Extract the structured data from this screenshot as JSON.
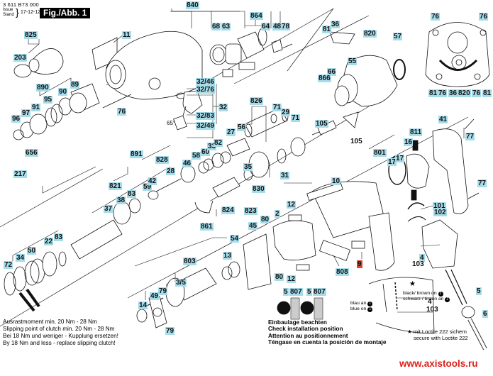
{
  "header": {
    "part_number": "3 611 B73 000",
    "issue_label": "Issue",
    "stand_label": "Stand",
    "date": "17-12-12",
    "figure_label": "Fig./Abb. 1"
  },
  "callouts": {
    "l840": "840",
    "l864": "864",
    "l68": "68",
    "l63": "63",
    "l64": "64",
    "l48": "48",
    "l78": "78",
    "l11": "11",
    "l825": "825",
    "l203": "203",
    "l890": "890",
    "l89": "89",
    "l90": "90",
    "l95": "95",
    "l91": "91",
    "l97": "97",
    "l96": "96",
    "l76a": "76",
    "l656": "656",
    "l217": "217",
    "l3246": "32/46",
    "l3276": "32/76",
    "l32": "32",
    "l3283": "32/83",
    "l3249": "32/49",
    "angle": "65°",
    "l81a": "81",
    "l36a": "36",
    "l820a": "820",
    "l57": "57",
    "l55": "55",
    "l66": "66",
    "l866": "866",
    "l826": "826",
    "l71a": "71",
    "l29": "29",
    "l71b": "71",
    "l27": "27",
    "l56": "56",
    "l105a": "105",
    "l105b": "105",
    "l891": "891",
    "l828": "828",
    "l821": "821",
    "l28": "28",
    "l46": "46",
    "l58": "58",
    "l60": "60",
    "l33": "33",
    "l82": "82",
    "l59": "59",
    "l42": "42",
    "l38": "38",
    "l83a": "83",
    "l37": "37",
    "l35": "35",
    "l31": "31",
    "l830": "830",
    "l824": "824",
    "l823": "823",
    "l861": "861",
    "l72": "72",
    "l34": "34",
    "l50": "50",
    "l22": "22",
    "l83b": "83",
    "l801": "801",
    "l17a": "17",
    "l17b": "17",
    "l16": "16",
    "l811": "811",
    "l41": "41",
    "l77a": "77",
    "l77b": "77",
    "l10": "10",
    "l12a": "12",
    "l12b": "12",
    "l2": "2",
    "l80a": "80",
    "l80b": "80",
    "l45": "45",
    "l54": "54",
    "l13": "13",
    "l803": "803",
    "l35b": "3/5",
    "l79a": "79",
    "l79b": "79",
    "l49": "49",
    "l14": "14",
    "l808": "808",
    "l9": "9",
    "l101": "101",
    "l102": "102",
    "l4": "4",
    "l103": "103",
    "l5a": "5",
    "l807a": "807",
    "l5b": "5",
    "l807b": "807",
    "l5c": "5",
    "l6": "6",
    "l4b": "4",
    "l103b": "103",
    "r76a": "76",
    "r76b": "76",
    "r81a": "81",
    "r76c": "76",
    "r36": "36",
    "r820": "820",
    "r76d": "76",
    "r81b": "81"
  },
  "notes": {
    "clutch_de": "Ausrastmoment min. 20 Nm - 28 Nm",
    "clutch_en": "Slipping point of clutch min. 20 Nm - 28 Nm",
    "replace_de": "Bei 18 Nm und weniger - Kupplung ersetzen!",
    "replace_en": "By 18 Nm and less - replace slipping clutch!"
  },
  "installation": {
    "line_de": "Einbaulage beachten",
    "line_en": "Check installation position",
    "line_fr": "Attention au positionnement",
    "line_es": "Téngase en cuenta la posición de montaje"
  },
  "wiring": {
    "blue_de": "blau an",
    "blue_en": "blue on",
    "black_en": "black/ brown on",
    "black_de": "schwarz / braun an",
    "marker1": "1",
    "marker2": "2"
  },
  "loctite": {
    "star": "★",
    "line_de": "mit Loctite 222 sichern",
    "line_en": "secure with Loctite 222"
  },
  "watermark": "www.axistools.ru",
  "colors": {
    "callout_bg": "#a6dcea",
    "callout_highlight": "#d9452b",
    "watermark": "#e0201b"
  }
}
